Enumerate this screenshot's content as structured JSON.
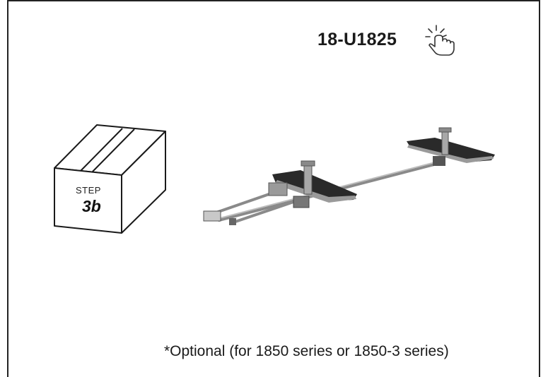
{
  "header": {
    "part_number": "18-U1825"
  },
  "step_box": {
    "step_word": "STEP",
    "step_number": "3b"
  },
  "footer": {
    "note": "*Optional (for 1850 series or 1850-3 series)"
  },
  "icons": {
    "tap": "hand-tap-icon",
    "box": "box-icon",
    "product": "ladder-rack-illustration"
  }
}
